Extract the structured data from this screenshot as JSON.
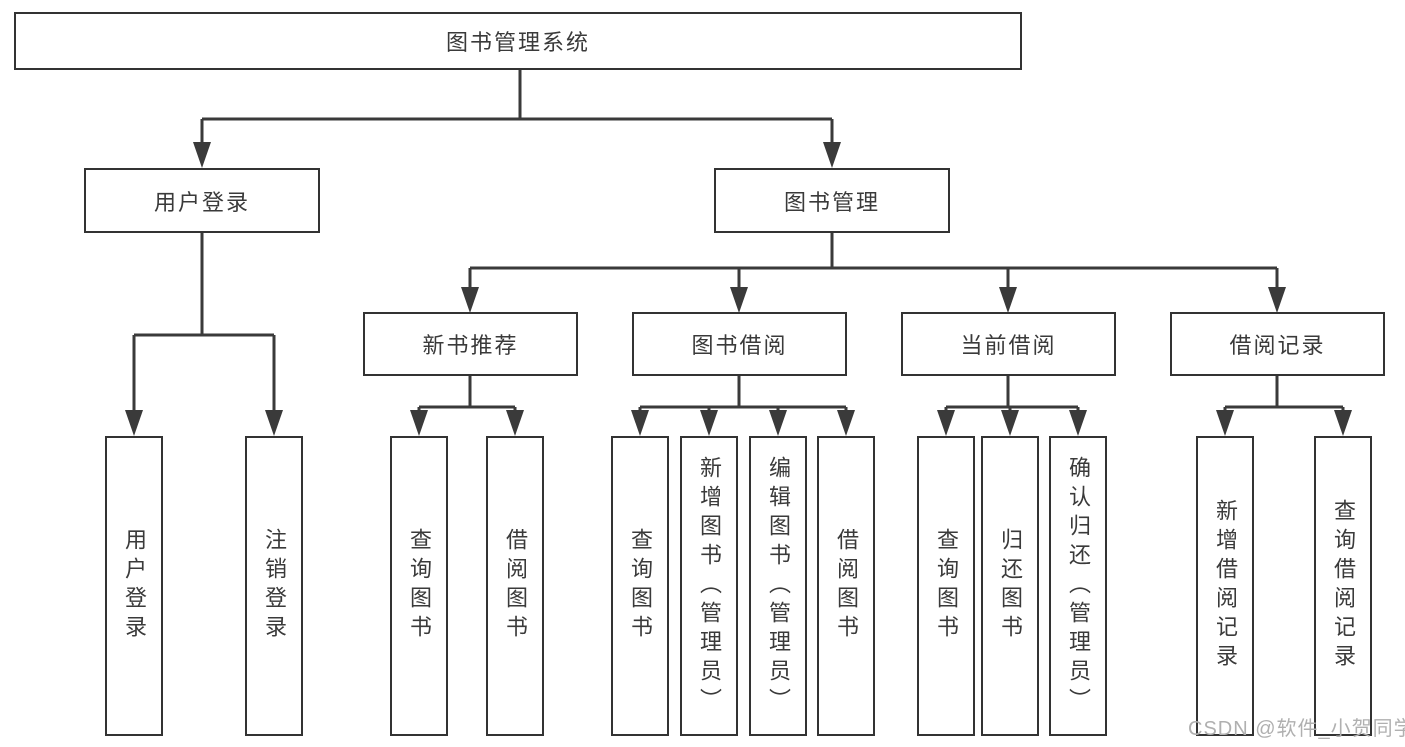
{
  "diagram": {
    "title": "图书管理系统",
    "level1": [
      "用户登录",
      "图书管理"
    ],
    "level2": [
      "新书推荐",
      "图书借阅",
      "当前借阅",
      "借阅记录"
    ],
    "leaves": [
      "用户登录",
      "注销登录",
      "查询图书",
      "借阅图书",
      "查询图书",
      "新增图书（管理员）",
      "编辑图书（管理员）",
      "借阅图书",
      "查询图书",
      "归还图书",
      "确认归还（管理员）",
      "新增借阅记录",
      "查询借阅记录"
    ]
  },
  "watermark": "CSDN @软件_小贺同学",
  "colors": {
    "line": "#3a3a3a",
    "border": "#333333",
    "text": "#3a3a3a",
    "watermark": "#b0b0b0",
    "background": "#ffffff"
  }
}
